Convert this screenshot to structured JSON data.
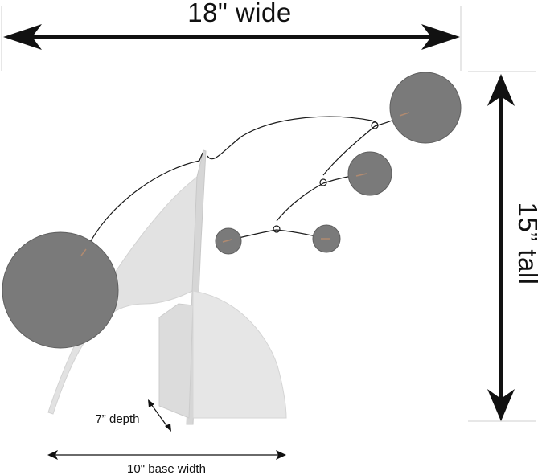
{
  "dimensions": {
    "width_label": "18\" wide",
    "height_label": "15” tall",
    "depth_label": "7” depth",
    "base_width_label": "10\" base width"
  },
  "colors": {
    "disc": "#7a7a7a",
    "disc_stroke": "#5e5e5e",
    "base": "#e2e2e2",
    "base_shadow": "#c9c9c9",
    "wire": "#1a1a1a",
    "arrow": "#111111",
    "guide": "#cfcfcf"
  }
}
